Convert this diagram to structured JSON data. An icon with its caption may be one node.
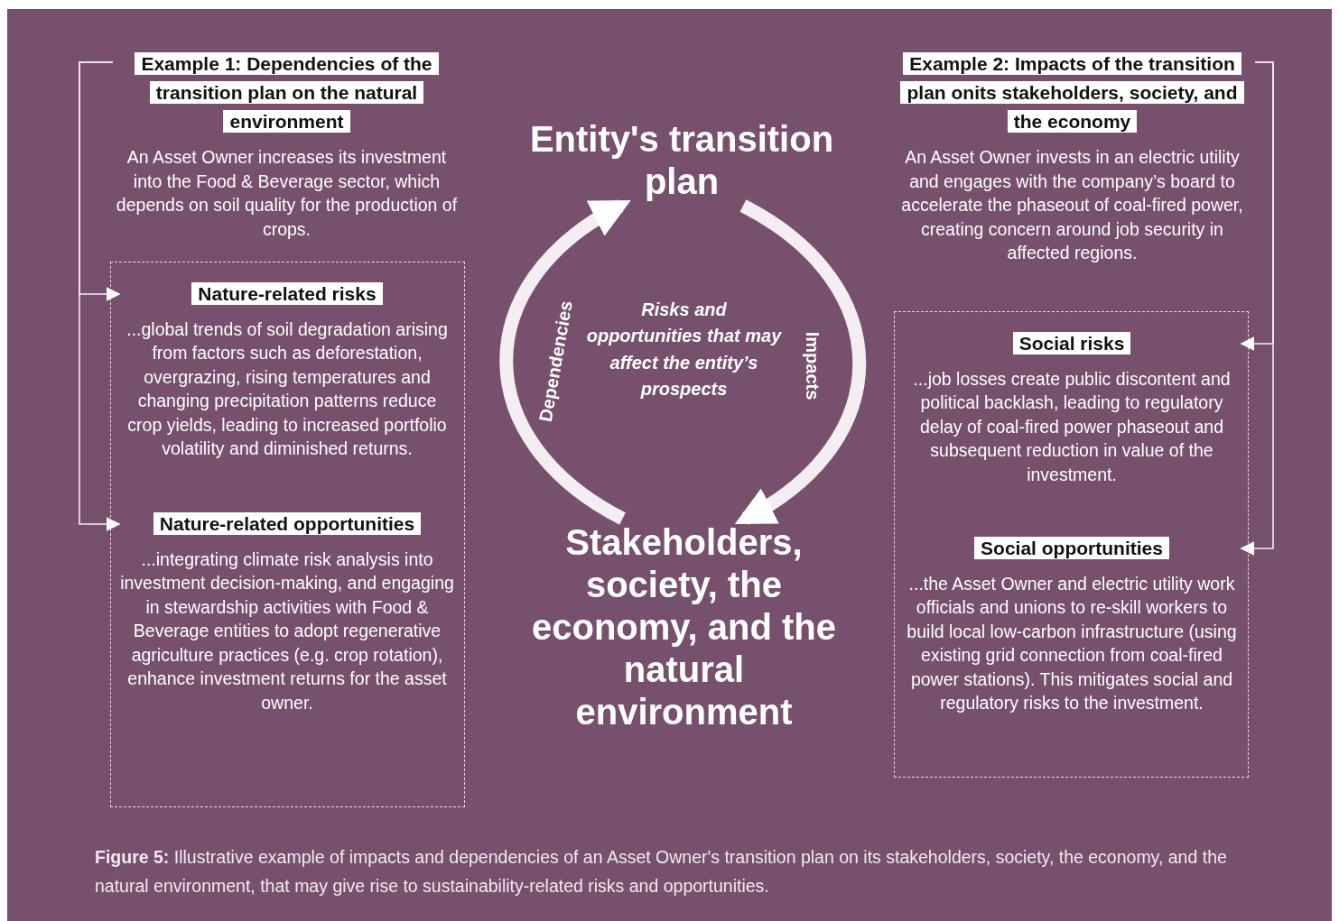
{
  "diagram": {
    "nodes": [
      {
        "text": [
          "Example 1: Dependencies of the transition plan on the natural environment",
          "An Asset Owner increases its investment into the Food & Beverage sector, which depends on soil quality for the production of crops."
        ]
      },
      {
        "text": [],
        "shape": "box"
      },
      {
        "text": [
          "Nature-related risks",
          "...global trends of soil degradation arising from factors such as deforestation, overgrazing, rising temperatures and changing precipitation patterns reduce crop yields, leading to increased portfolio volatility and diminished returns."
        ],
        "in": 1
      },
      {
        "text": [
          "Nature-related opportunities",
          "...integrating climate risk analysis into investment decision-making, and engaging in stewardship activities with Food & Beverage entities to adopt regenerative agriculture practices (e.g. crop rotation), enhance investment returns for the asset owner."
        ],
        "in": 1
      },
      {
        "text": [
          "Entity's transition plan"
        ]
      },
      {
        "text": [
          "Risks and opportunities that may affect the entity’s prospects"
        ]
      },
      {
        "text": [
          "Stakeholders, society, the economy, and the natural environment"
        ]
      },
      {
        "text": [
          "Example 2: Impacts of the transition plan onits stakeholders, society, and the economy",
          "An Asset Owner invests in an electric utility and engages with the company’s board to accelerate the phaseout of coal-fired power, creating concern around job security in affected regions."
        ]
      },
      {
        "text": [],
        "shape": "box"
      },
      {
        "text": [
          "Social risks",
          "...job losses create public discontent and political backlash, leading to regulatory delay of coal-fired power phaseout and subsequent reduction in value of the investment."
        ],
        "in": 8
      },
      {
        "text": [
          "Social opportunities",
          "...the Asset Owner and electric utility work officials and unions to re-skill workers to build local low-carbon infrastructure (using existing grid connection from coal-fired power stations). This mitigates social and regulatory risks to the investment."
        ],
        "in": 8
      }
    ],
    "edges": [
      {
        "from": 0,
        "to": 2,
        "arrow": "to"
      },
      {
        "from": 0,
        "to": 3,
        "arrow": "to"
      },
      {
        "from": 6,
        "to": 4,
        "arrow": "to",
        "label": "Dependencies",
        "style": "thick"
      },
      {
        "from": 4,
        "to": 6,
        "arrow": "to",
        "label": "Impacts",
        "style": "thick"
      },
      {
        "from": 7,
        "to": 9,
        "arrow": "to"
      },
      {
        "from": 7,
        "to": 10,
        "arrow": "to"
      }
    ],
    "caption": "**Figure 5:** Illustrative example of impacts and dependencies of an Asset Owner's transition plan on its stakeholders, society, the economy, and the natural environment, that may give rise to sustainability-related risks and opportunities."
  }
}
